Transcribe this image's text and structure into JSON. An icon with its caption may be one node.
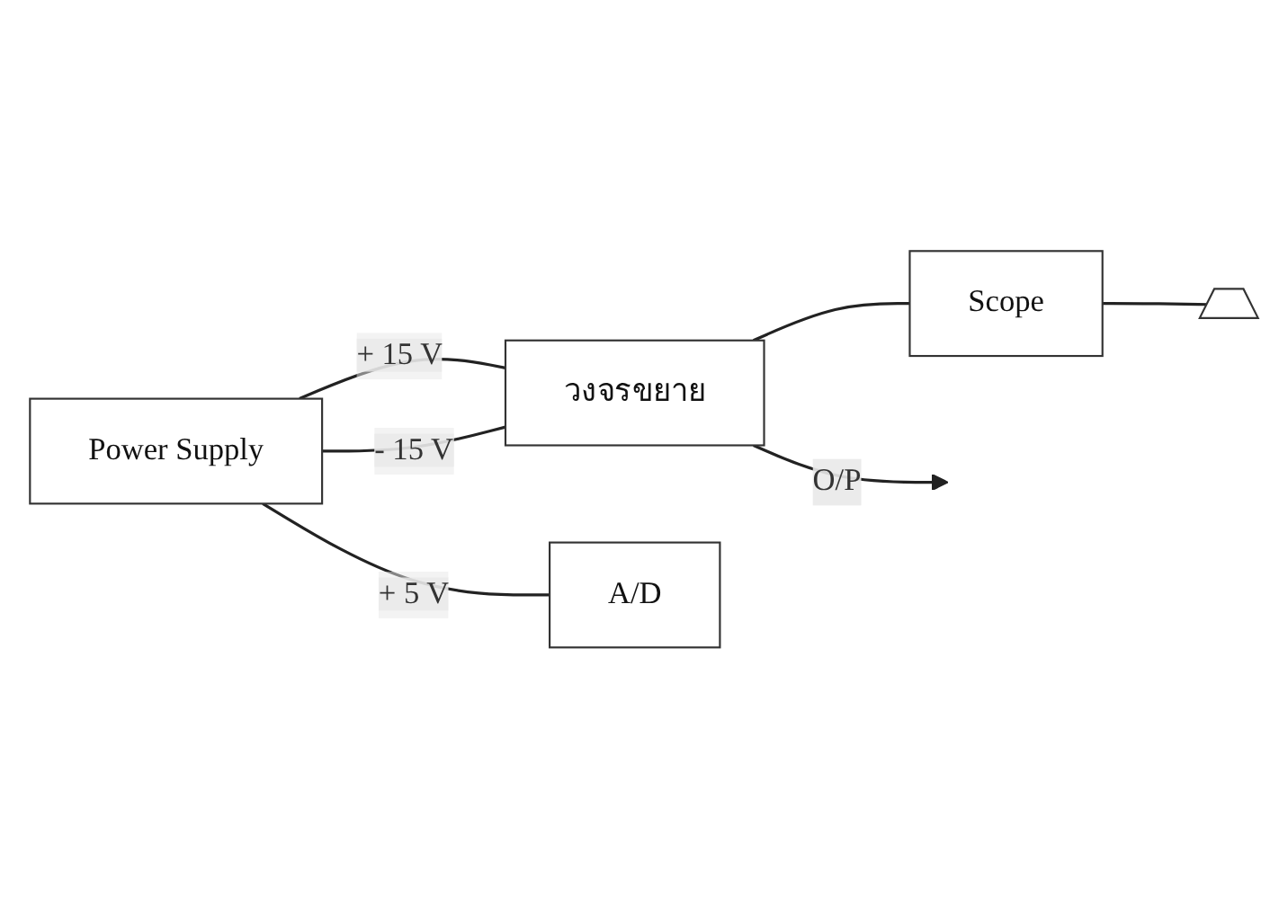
{
  "diagram": {
    "nodes": [
      {
        "text": [
          "Power Supply"
        ]
      },
      {
        "text": [
          "วงจรขยาย"
        ]
      },
      {
        "text": [
          "A/D"
        ]
      },
      {
        "text": [
          "Scope"
        ]
      },
      {
        "text": [],
        "shape": "ground"
      }
    ],
    "edges": [
      {
        "from": 0,
        "to": 1,
        "label": "+ 15 V",
        "arrow": "none"
      },
      {
        "from": 0,
        "to": 1,
        "label": "- 15 V",
        "arrow": "none"
      },
      {
        "from": 0,
        "to": 2,
        "label": "+ 5 V",
        "arrow": "none"
      },
      {
        "from": 1,
        "to": null,
        "label": "O/P",
        "arrow": "to"
      },
      {
        "from": 1,
        "to": 3,
        "arrow": "none"
      },
      {
        "from": 3,
        "to": 4,
        "arrow": "none"
      }
    ]
  }
}
